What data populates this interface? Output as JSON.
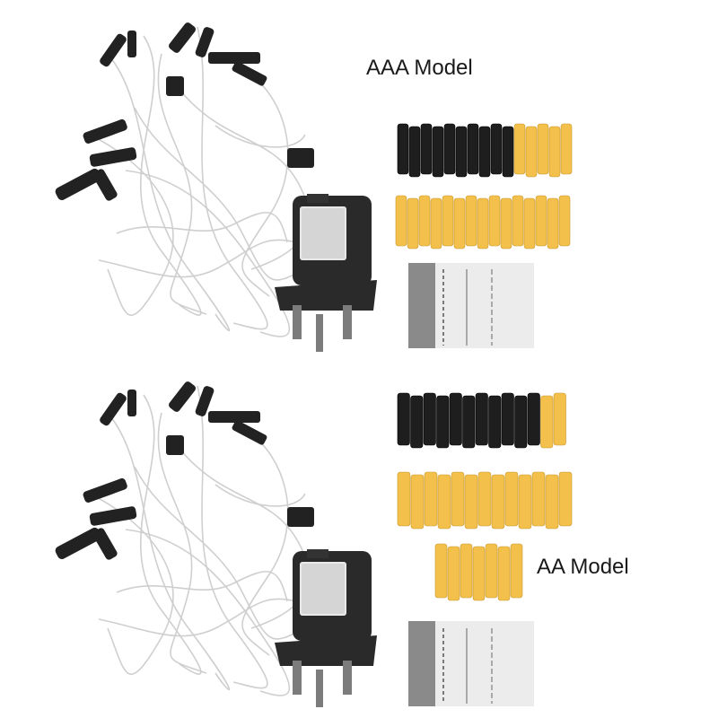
{
  "panels": [
    {
      "label": "AAA Model",
      "dummy_rows": [
        {
          "black": 10,
          "yellow": 5
        },
        {
          "black": 0,
          "yellow": 15
        }
      ],
      "extra_row": 0
    },
    {
      "label": "AA Model",
      "dummy_rows": [
        {
          "black": 11,
          "yellow": 2
        },
        {
          "black": 0,
          "yellow": 13
        }
      ],
      "extra_row": 7
    }
  ],
  "colors": {
    "background": "#ffffff",
    "wire": "#cfcfcf",
    "holder": "#222222",
    "adapter": "#2a2a2a",
    "dummy_black": "#1e1e1e",
    "dummy_yellow": "#f3c14b",
    "instruction_sheet": "#ececec"
  },
  "icons": [
    "battery-holder-icon",
    "power-adapter-icon",
    "dummy-battery-icon",
    "instruction-sheet-icon"
  ]
}
